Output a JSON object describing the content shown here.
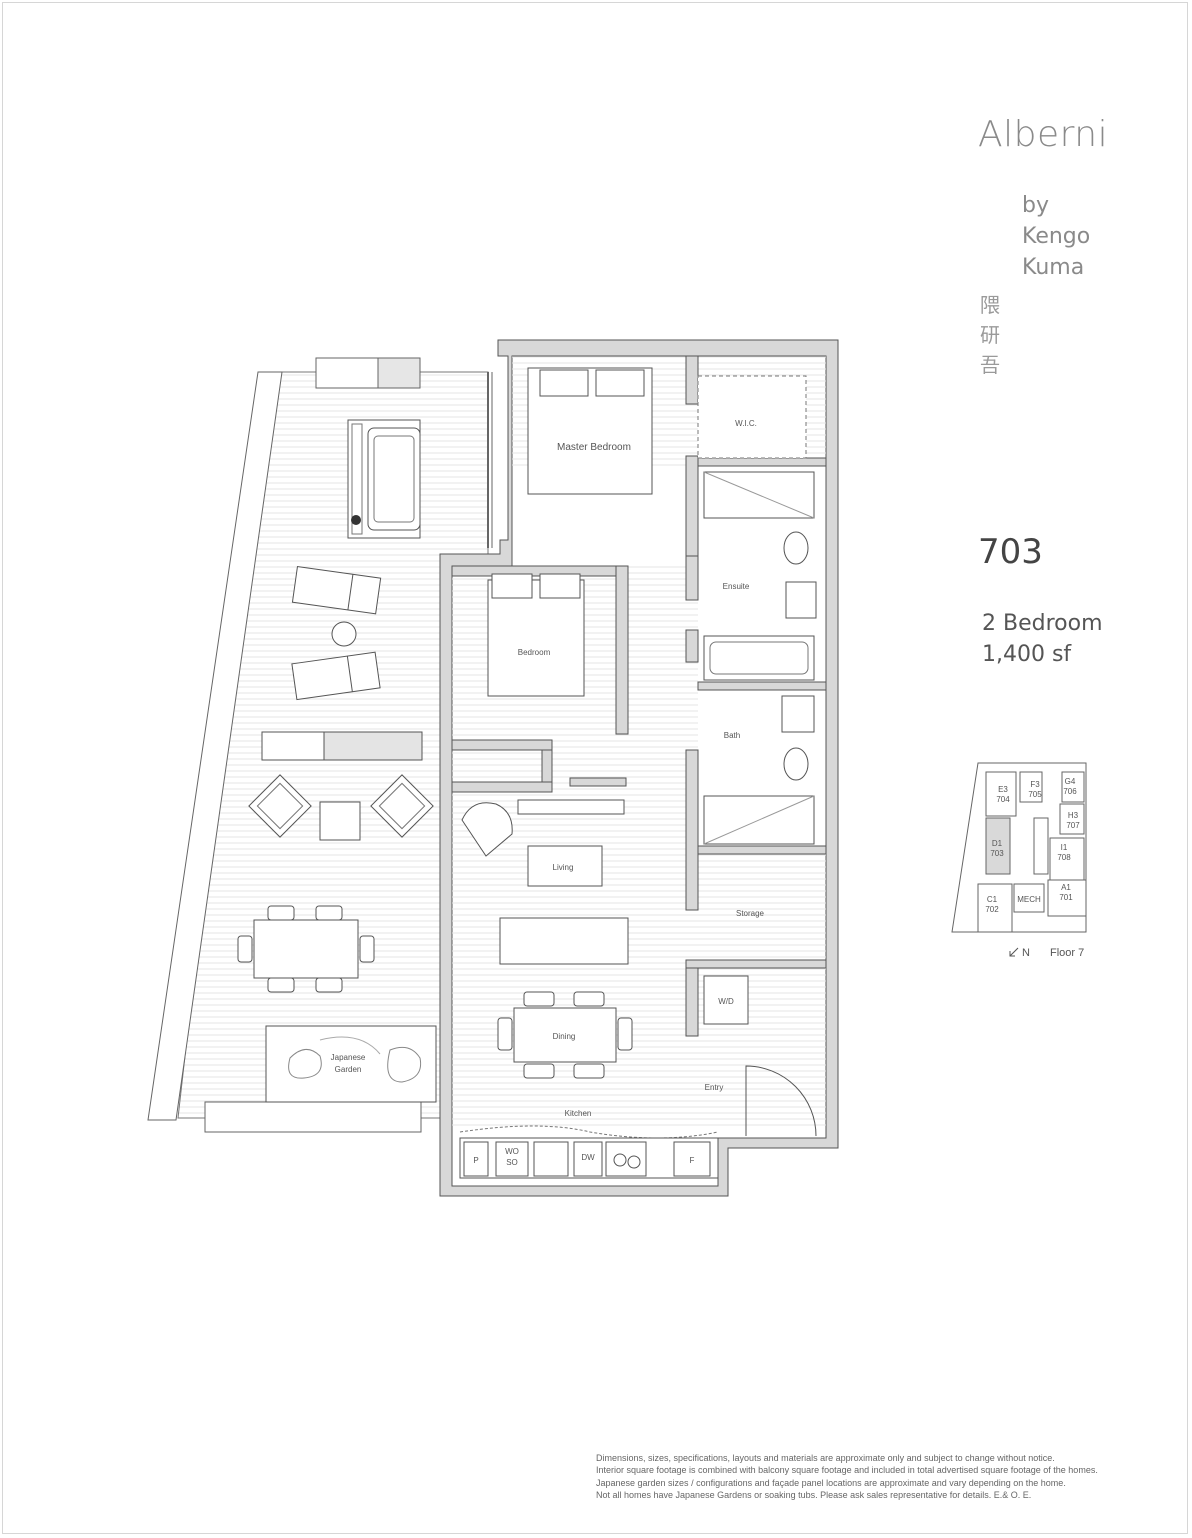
{
  "brand": {
    "title": "Alberni",
    "by_lines": [
      "by",
      "Kengo",
      "Kuma"
    ],
    "kanji": [
      "隈",
      "研",
      "吾"
    ]
  },
  "unit": {
    "number": "703",
    "type": "2 Bedroom",
    "area": "1,400 sf"
  },
  "rooms": {
    "master_bedroom": "Master Bedroom",
    "wic": "W.I.C.",
    "ensuite": "Ensuite",
    "bedroom": "Bedroom",
    "bath": "Bath",
    "living": "Living",
    "storage": "Storage",
    "wd": "W/D",
    "dining": "Dining",
    "entry": "Entry",
    "kitchen": "Kitchen",
    "japanese_garden": [
      "Japanese",
      "Garden"
    ],
    "appliances": {
      "pantry": "P",
      "wall_oven": [
        "WO",
        "SO"
      ],
      "dishwasher": "DW",
      "fridge": "F"
    }
  },
  "keyplan": {
    "units": [
      {
        "code": "E3",
        "num": "704"
      },
      {
        "code": "F3",
        "num": "705"
      },
      {
        "code": "G4",
        "num": "706"
      },
      {
        "code": "H3",
        "num": "707"
      },
      {
        "code": "D1",
        "num": "703"
      },
      {
        "code": "I1",
        "num": "708"
      },
      {
        "code": "A1",
        "num": "701"
      },
      {
        "code": "C1",
        "num": "702"
      }
    ],
    "mech": "MECH",
    "north": "N",
    "floor": "Floor 7",
    "highlight_color": "#d9d9d9"
  },
  "disclaimer": [
    "Dimensions, sizes, specifications, layouts and materials are approximate only and subject to change without notice.",
    "Interior square footage is combined with balcony square footage and included in total advertised square footage of the homes.",
    "Japanese garden sizes / configurations and façade panel locations are approximate and vary depending on the home.",
    "Not all homes have Japanese Gardens or soaking tubs. Please ask sales representative for details. E.& O. E."
  ]
}
